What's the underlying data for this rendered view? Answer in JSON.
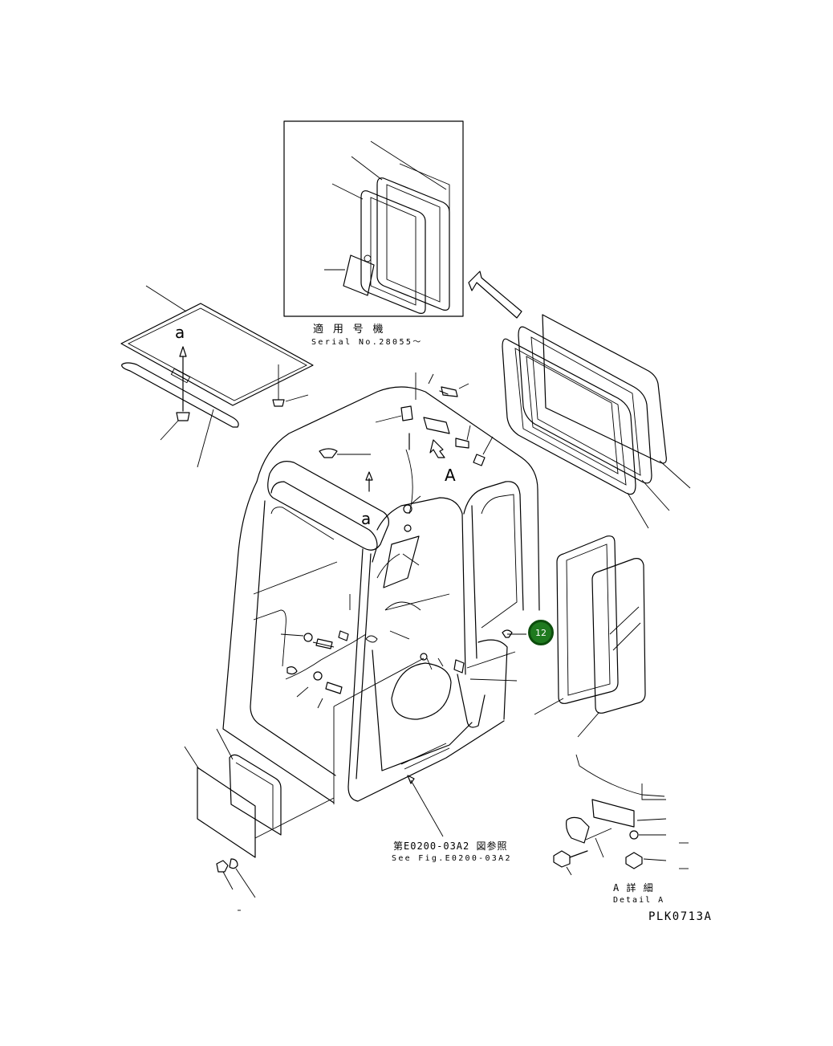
{
  "diagram": {
    "inset_serial_jp": "適 用 号 機",
    "inset_serial_en": "Serial No.28055～",
    "view_letter_a_top": "a",
    "view_letter_a_mid": "a",
    "view_letter_A": "A",
    "callout_number": "12",
    "ref_note_jp": "第E0200-03A2 図参照",
    "ref_note_en": "See Fig.E0200-03A2",
    "detail_title_jp": "A  詳  細",
    "detail_title_en": "Detail A",
    "plate_code": "PLK0713A"
  },
  "colors": {
    "line": "#000000",
    "badge_fill": "#1f7a1f",
    "badge_ring": "#0d4d0d"
  }
}
